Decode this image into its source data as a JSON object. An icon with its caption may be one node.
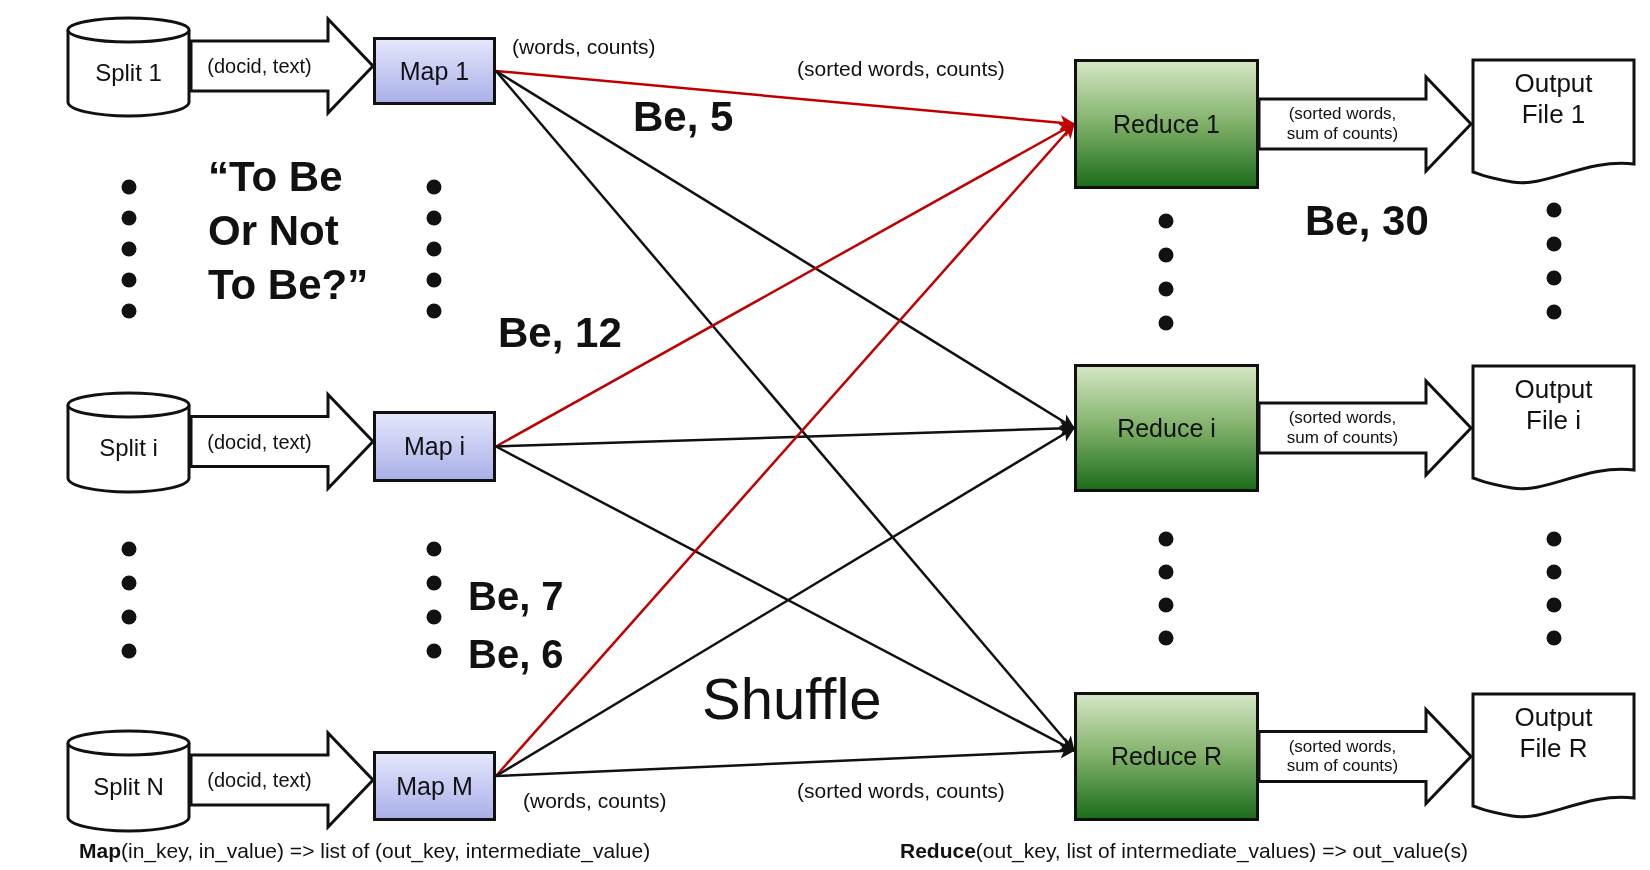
{
  "diagram": {
    "nodes": [
      {
        "text": [
          "Split 1"
        ]
      },
      {
        "text": [
          "Map 1"
        ]
      },
      {
        "text": [
          "Reduce 1"
        ]
      },
      {
        "text": [
          "Output File 1"
        ]
      },
      {
        "text": [
          "Split i"
        ]
      },
      {
        "text": [
          "Map i"
        ]
      },
      {
        "text": [
          "Reduce i"
        ]
      },
      {
        "text": [
          "Output File i"
        ]
      },
      {
        "text": [
          "Split N"
        ]
      },
      {
        "text": [
          "Map M"
        ]
      },
      {
        "text": [
          "Reduce R"
        ]
      },
      {
        "text": [
          "Output File R"
        ]
      }
    ],
    "edges": [
      {
        "from": 0,
        "to": 1,
        "arrow": "to",
        "label": "(docid, text)",
        "style": "thick"
      },
      {
        "from": 4,
        "to": 5,
        "arrow": "to",
        "label": "(docid, text)",
        "style": "thick"
      },
      {
        "from": 8,
        "to": 9,
        "arrow": "to",
        "label": "(docid, text)",
        "style": "thick"
      },
      {
        "from": 1,
        "to": 2,
        "arrow": "to",
        "color": "#c00000"
      },
      {
        "from": 1,
        "to": 6,
        "arrow": "to"
      },
      {
        "from": 1,
        "to": 10,
        "arrow": "to"
      },
      {
        "from": 5,
        "to": 2,
        "arrow": "to",
        "color": "#c00000"
      },
      {
        "from": 5,
        "to": 6,
        "arrow": "to"
      },
      {
        "from": 5,
        "to": 10,
        "arrow": "to"
      },
      {
        "from": 9,
        "to": 2,
        "arrow": "to",
        "color": "#c00000"
      },
      {
        "from": 9,
        "to": 6,
        "arrow": "to"
      },
      {
        "from": 9,
        "to": 10,
        "arrow": "to"
      },
      {
        "from": 2,
        "to": 3,
        "arrow": "to",
        "label": "(sorted words, sum of counts)",
        "style": "thick"
      },
      {
        "from": 6,
        "to": 7,
        "arrow": "to",
        "label": "(sorted words, sum of counts)",
        "style": "thick"
      },
      {
        "from": 10,
        "to": 11,
        "arrow": "to",
        "label": "(sorted words, sum of counts)",
        "style": "thick"
      }
    ],
    "labels": [
      "(words, counts)",
      "(sorted words, counts)",
      "Be, 5",
      "“To Be Or Not To Be?”",
      "Be, 30",
      "Be, 12",
      "Be, 7",
      "Be, 6",
      "Shuffle",
      "(sorted words, counts)",
      "(words, counts)",
      "**Map**(in_key, in_value) => list of (out_key, intermediate_value)",
      "**Reduce**(out_key, list of intermediate_values) => out_value(s)"
    ]
  }
}
